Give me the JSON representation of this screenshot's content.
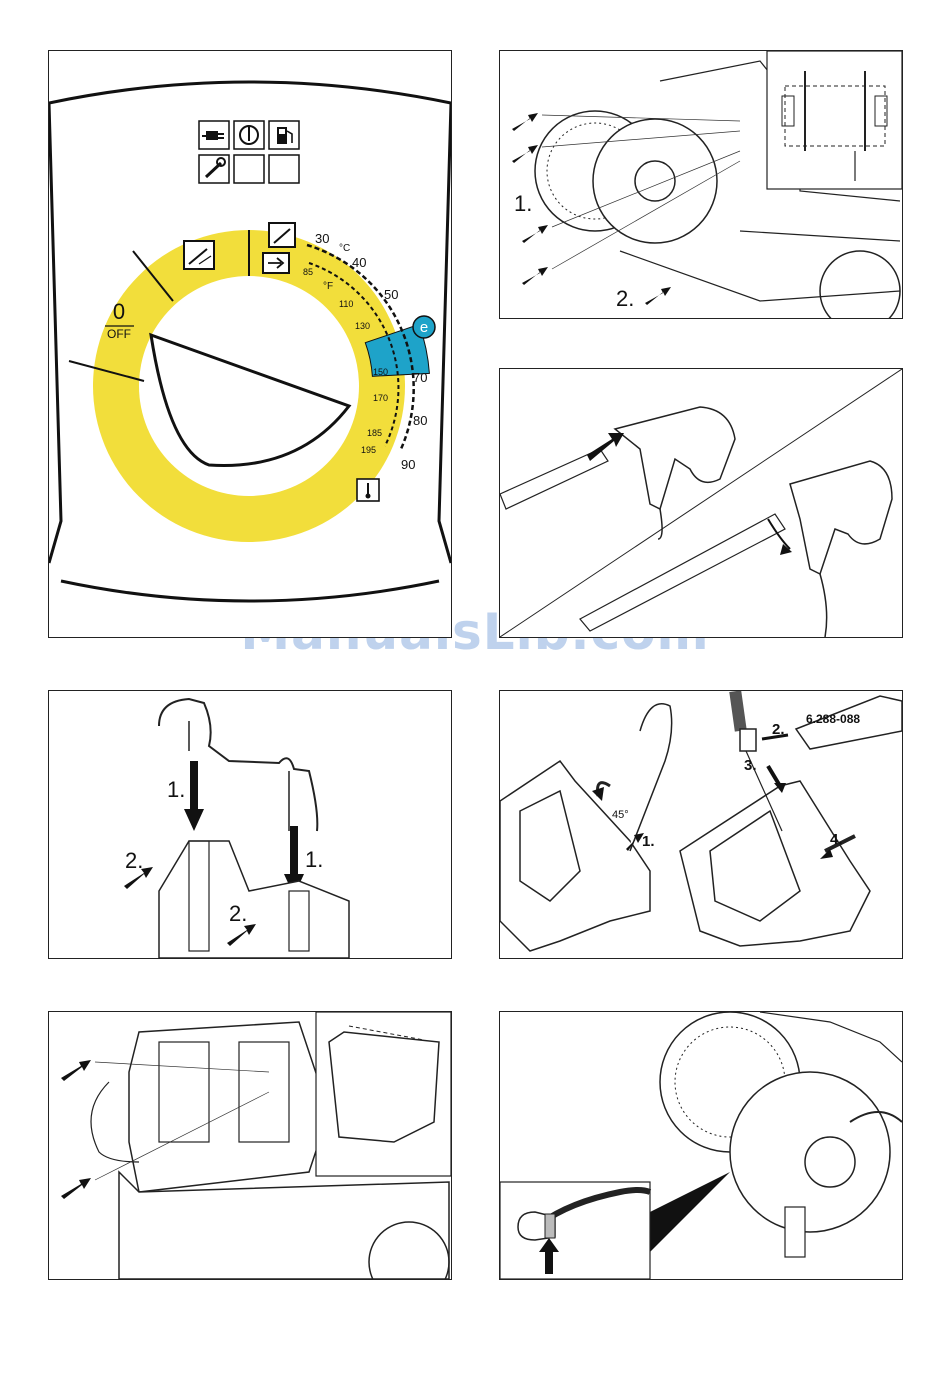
{
  "watermark": "ManualsLib.com",
  "control_panel": {
    "off_value": "0",
    "off_label": "OFF",
    "eco_badge": "e",
    "unit_celsius": "°C",
    "unit_fahrenheit": "°F",
    "celsius_ticks": [
      "30",
      "40",
      "50",
      "70",
      "80",
      "90"
    ],
    "fahrenheit_ticks": [
      "85",
      "110",
      "130",
      "150",
      "170",
      "185",
      "195"
    ],
    "colors": {
      "dial_yellow": "#f2de3b",
      "eco_blue": "#1ea3c9",
      "outline": "#111111"
    }
  },
  "fig_hose_reel": {
    "step1": "1.",
    "step2": "2."
  },
  "fig_handle": {
    "step1_left": "1.",
    "step1_right": "1.",
    "step2_left": "2.",
    "step2_right": "2."
  },
  "fig_gun_repair": {
    "step1": "1.",
    "step2": "2.",
    "step3": "3.",
    "step4": "4.",
    "angle": "45°",
    "part_number": "6.288-088"
  }
}
